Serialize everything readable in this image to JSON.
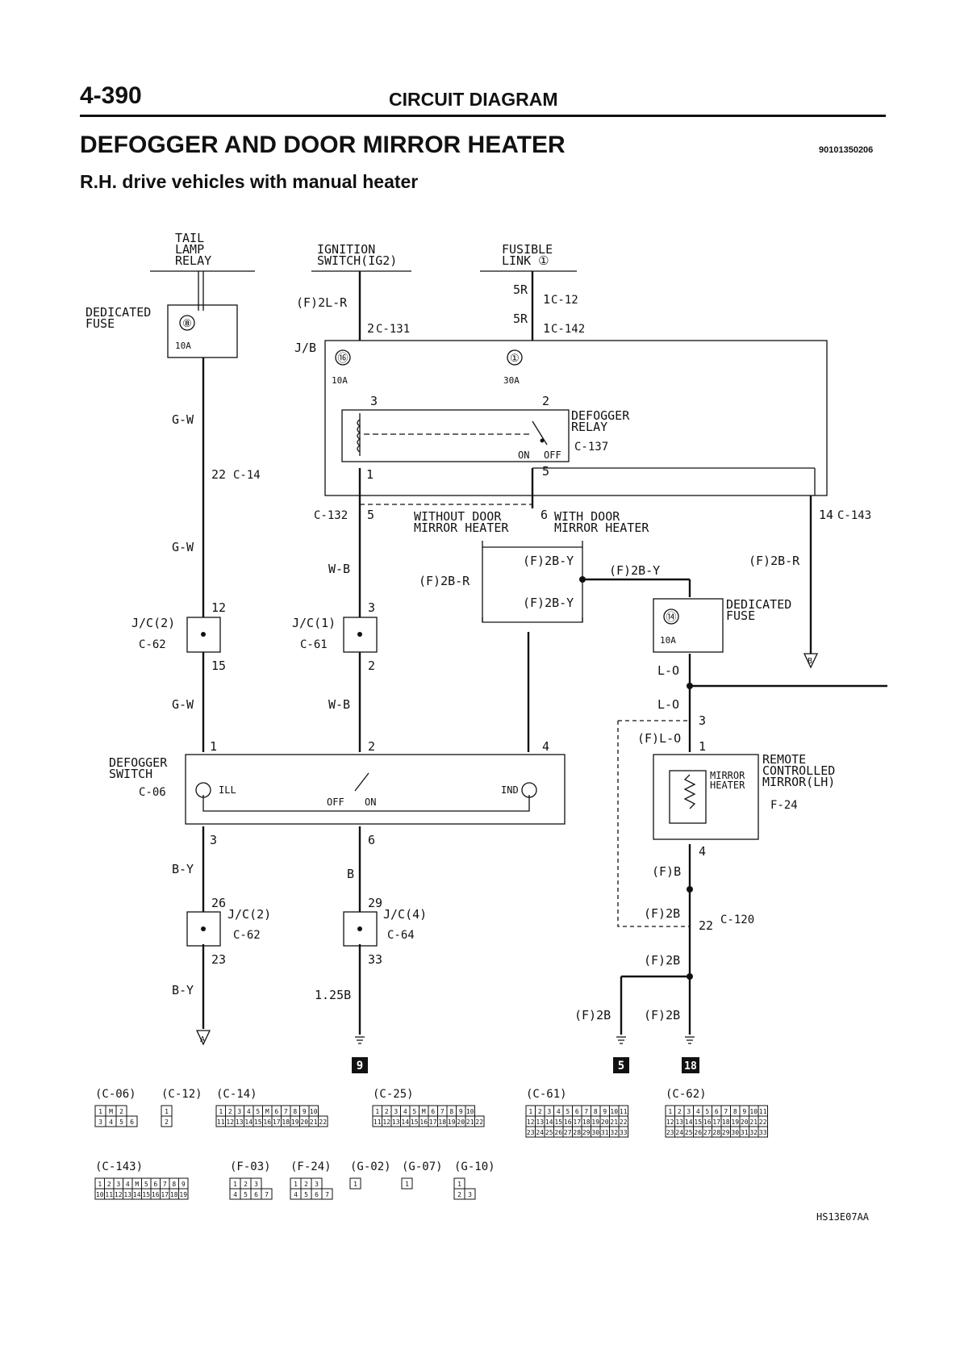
{
  "header": {
    "page_number": "4-390",
    "section": "CIRCUIT DIAGRAM",
    "title": "DEFOGGER AND DOOR MIRROR HEATER",
    "doc_code": "90101350206",
    "subtitle": "R.H. drive vehicles with manual heater",
    "figure_code": "HS13E07AA"
  },
  "sources": {
    "tail_lamp_relay": [
      "TAIL",
      "LAMP",
      "RELAY"
    ],
    "ignition_switch": [
      "IGNITION",
      "SWITCH(IG2)"
    ],
    "fusible_link": [
      "FUSIBLE",
      "LINK ①"
    ]
  },
  "components": {
    "dedicated_fuse_1": [
      "DEDICATED",
      "FUSE"
    ],
    "dedicated_fuse_2": [
      "DEDICATED",
      "FUSE"
    ],
    "jb": "J/B",
    "defogger_relay": [
      "DEFOGGER",
      "RELAY"
    ],
    "defogger_switch": [
      "DEFOGGER",
      "SWITCH"
    ],
    "remote_mirror": [
      "REMOTE",
      "CONTROLLED",
      "MIRROR(LH)"
    ],
    "mirror_heater": [
      "MIRROR",
      "HEATER"
    ],
    "jc2_a": "J/C(2)",
    "jc1": "J/C(1)",
    "jc2_b": "J/C(2)",
    "jc4": "J/C(4)",
    "without_mirror": [
      "WITHOUT DOOR",
      "MIRROR HEATER"
    ],
    "with_mirror": [
      "WITH DOOR",
      "MIRROR HEATER"
    ]
  },
  "fuses": {
    "f8": "⑧",
    "f8_rating": "10A",
    "f16": "⑯",
    "f16_rating": "10A",
    "f1": "①",
    "f1_rating": "30A",
    "f14": "⑭",
    "f14_rating": "10A"
  },
  "wires": {
    "gw1": "G-W",
    "gw2": "G-W",
    "gw3": "G-W",
    "by1": "B-Y",
    "by2": "B-Y",
    "f2lr": "(F)2L-R",
    "fivR_a": "5R",
    "fivR_b": "5R",
    "wb1": "W-B",
    "wb2": "W-B",
    "b": "B",
    "b125": "1.25B",
    "f2br_left": "(F)2B-R",
    "f2by_a": "(F)2B-Y",
    "f2by_b": "(F)2B-Y",
    "f2by_c": "(F)2B-Y",
    "f2br_right": "(F)2B-R",
    "lo1": "L-O",
    "lo2": "L-O",
    "flo": "(F)L-O",
    "fb": "(F)B",
    "f2b_a": "(F)2B",
    "f2b_b": "(F)2B",
    "f2b_c": "(F)2B",
    "f2b_d": "(F)2B"
  },
  "pins": {
    "p1_c12": "1",
    "p1_c142": "1",
    "p2_c131": "2",
    "p3": "3",
    "p2r": "2",
    "p1r": "1",
    "p5r": "5",
    "p6": "6",
    "p5_c132": "5",
    "p14": "14",
    "p22": "22",
    "p12": "12",
    "p15": "15",
    "p3b": "3",
    "p2b": "2",
    "sw1": "1",
    "sw2": "2",
    "sw4": "4",
    "sw3": "3",
    "sw6": "6",
    "p26": "26",
    "p23": "23",
    "p29": "29",
    "p33": "33",
    "m3": "3",
    "m1": "1",
    "m4": "4",
    "p22b": "22"
  },
  "connectors": {
    "c12": "C-12",
    "c142": "C-142",
    "c131": "C-131",
    "c137": "C-137",
    "c14": "C-14",
    "c132": "C-132",
    "c143": "C-143",
    "c62a": "C-62",
    "c61": "C-61",
    "c06": "C-06",
    "c62b": "C-62",
    "c64": "C-64",
    "f24": "F-24",
    "c120": "C-120"
  },
  "switch_labels": {
    "ill": "ILL",
    "ind": "IND",
    "off": "OFF",
    "on": "ON",
    "relay_on": "ON",
    "relay_off": "OFF"
  },
  "grounds": {
    "g9": "9",
    "g5": "5",
    "g18": "18"
  },
  "terminals": {
    "a": "A",
    "b": "B"
  },
  "connector_views": {
    "row1": [
      {
        "name": "C-06",
        "pins": [
          [
            "1",
            "M",
            "2"
          ],
          [
            "3",
            "4",
            "5",
            "6"
          ]
        ]
      },
      {
        "name": "C-12",
        "pins": [
          [
            "1"
          ],
          [
            "2"
          ]
        ]
      },
      {
        "name": "C-14",
        "pins": [
          [
            "1",
            "2",
            "3",
            "4",
            "5",
            "M",
            "6",
            "7",
            "8",
            "9",
            "10"
          ],
          [
            "11",
            "12",
            "13",
            "14",
            "15",
            "16",
            "17",
            "18",
            "19",
            "20",
            "21",
            "22"
          ]
        ]
      },
      {
        "name": "C-25",
        "pins": [
          [
            "1",
            "2",
            "3",
            "4",
            "5",
            "M",
            "6",
            "7",
            "8",
            "9",
            "10"
          ],
          [
            "11",
            "12",
            "13",
            "14",
            "15",
            "16",
            "17",
            "18",
            "19",
            "20",
            "21",
            "22"
          ]
        ]
      },
      {
        "name": "C-61",
        "pins": [
          [
            "1",
            "2",
            "3",
            "4",
            "5",
            "6",
            "7",
            "8",
            "9",
            "10",
            "11"
          ],
          [
            "12",
            "13",
            "14",
            "15",
            "16",
            "17",
            "18",
            "19",
            "20",
            "21",
            "22"
          ],
          [
            "23",
            "24",
            "25",
            "26",
            "27",
            "28",
            "29",
            "30",
            "31",
            "32",
            "33"
          ]
        ]
      },
      {
        "name": "C-62",
        "pins": [
          [
            "1",
            "2",
            "3",
            "4",
            "5",
            "6",
            "7",
            "8",
            "9",
            "10",
            "11"
          ],
          [
            "12",
            "13",
            "14",
            "15",
            "16",
            "17",
            "18",
            "19",
            "20",
            "21",
            "22"
          ],
          [
            "23",
            "24",
            "25",
            "26",
            "27",
            "28",
            "29",
            "30",
            "31",
            "32",
            "33"
          ]
        ]
      }
    ],
    "row2": [
      {
        "name": "C-143",
        "pins": [
          [
            "1",
            "2",
            "3",
            "4",
            "M",
            "5",
            "6",
            "7",
            "8",
            "9"
          ],
          [
            "10",
            "11",
            "12",
            "13",
            "14",
            "15",
            "16",
            "17",
            "18",
            "19"
          ]
        ]
      },
      {
        "name": "F-03",
        "pins": [
          [
            "1",
            "2",
            "3"
          ],
          [
            "4",
            "5",
            "6",
            "7"
          ]
        ]
      },
      {
        "name": "F-24",
        "pins": [
          [
            "1",
            "2",
            "3"
          ],
          [
            "4",
            "5",
            "6",
            "7"
          ]
        ]
      },
      {
        "name": "G-02",
        "pins": [
          [
            "1"
          ]
        ]
      },
      {
        "name": "G-07",
        "pins": [
          [
            "1"
          ]
        ]
      },
      {
        "name": "G-10",
        "pins": [
          [
            "1"
          ],
          [
            "2",
            "3"
          ]
        ]
      }
    ]
  }
}
